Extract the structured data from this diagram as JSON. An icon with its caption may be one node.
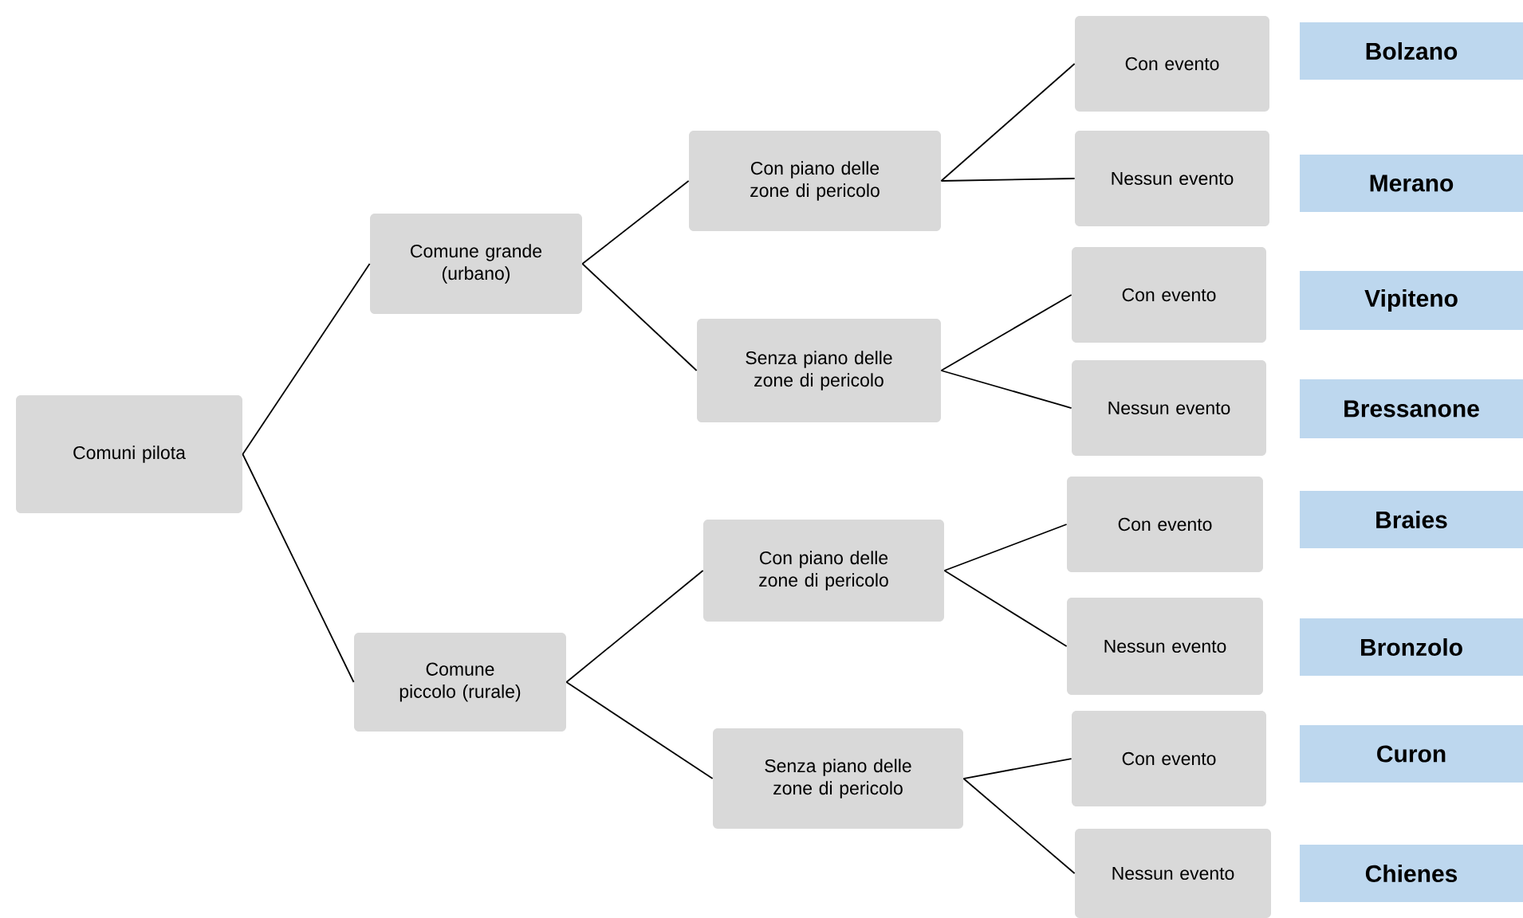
{
  "diagram": {
    "nodes": [
      {
        "text": [
          "Comuni pilota"
        ]
      },
      {
        "text": [
          "Comune grande (urbano)"
        ]
      },
      {
        "text": [
          "Comune piccolo (rurale)"
        ]
      },
      {
        "text": [
          "Con piano delle zone di pericolo"
        ]
      },
      {
        "text": [
          "Senza piano delle zone di pericolo"
        ]
      },
      {
        "text": [
          "Con piano delle zone di pericolo"
        ]
      },
      {
        "text": [
          "Senza piano delle zone di pericolo"
        ]
      },
      {
        "text": [
          "Con evento"
        ]
      },
      {
        "text": [
          "Nessun evento"
        ]
      },
      {
        "text": [
          "Con evento"
        ]
      },
      {
        "text": [
          "Nessun evento"
        ]
      },
      {
        "text": [
          "Con evento"
        ]
      },
      {
        "text": [
          "Nessun evento"
        ]
      },
      {
        "text": [
          "Con evento"
        ]
      },
      {
        "text": [
          "Nessun evento"
        ]
      },
      {
        "text": [
          "Bolzano"
        ]
      },
      {
        "text": [
          "Merano"
        ]
      },
      {
        "text": [
          "Vipiteno"
        ]
      },
      {
        "text": [
          "Bressanone"
        ]
      },
      {
        "text": [
          "Braies"
        ]
      },
      {
        "text": [
          "Bronzolo"
        ]
      },
      {
        "text": [
          "Curon"
        ]
      },
      {
        "text": [
          "Chienes"
        ]
      }
    ],
    "edges": [
      {
        "from": 0,
        "to": 1,
        "arrow": "none"
      },
      {
        "from": 0,
        "to": 2,
        "arrow": "none"
      },
      {
        "from": 1,
        "to": 3,
        "arrow": "none"
      },
      {
        "from": 1,
        "to": 4,
        "arrow": "none"
      },
      {
        "from": 2,
        "to": 5,
        "arrow": "none"
      },
      {
        "from": 2,
        "to": 6,
        "arrow": "none"
      },
      {
        "from": 3,
        "to": 7,
        "arrow": "none"
      },
      {
        "from": 3,
        "to": 8,
        "arrow": "none"
      },
      {
        "from": 4,
        "to": 9,
        "arrow": "none"
      },
      {
        "from": 4,
        "to": 10,
        "arrow": "none"
      },
      {
        "from": 5,
        "to": 11,
        "arrow": "none"
      },
      {
        "from": 5,
        "to": 12,
        "arrow": "none"
      },
      {
        "from": 6,
        "to": 13,
        "arrow": "none"
      },
      {
        "from": 6,
        "to": 14,
        "arrow": "none"
      }
    ]
  }
}
